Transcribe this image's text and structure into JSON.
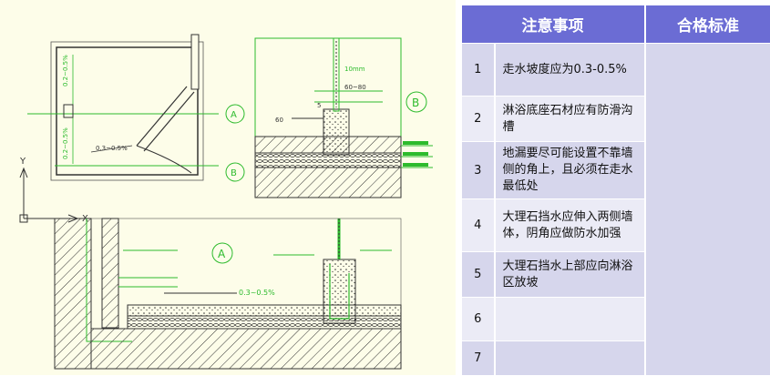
{
  "drawing": {
    "labels": {
      "circle_a_small": "A",
      "circle_b_small": "B",
      "circle_b_big": "B",
      "circle_a_big": "A",
      "axis_y": "Y",
      "axis_x": "X",
      "slope_side_1": "0.2~0.5%",
      "slope_side_2": "0.2~0.5%",
      "slope_diag": "0.3~0.5%",
      "slope_bottom": "0.3~0.5%",
      "dim_10mm": "10mm",
      "dim_60_80": "60~80",
      "dim_60": "60",
      "dim_5": "5"
    }
  },
  "table": {
    "headers": [
      "注意事项",
      "合格标准"
    ],
    "rows": [
      {
        "num": "1",
        "text": "走水坡度应为0.3-0.5%",
        "std": ""
      },
      {
        "num": "2",
        "text": "淋浴底座石材应有防滑沟槽",
        "std": ""
      },
      {
        "num": "3",
        "text": "地漏要尽可能设置不靠墙侧的角上，且必须在走水最低处",
        "std": ""
      },
      {
        "num": "4",
        "text": "大理石挡水应伸入两侧墙体，阴角应做防水加强",
        "std": ""
      },
      {
        "num": "5",
        "text": "大理石挡水上部应向淋浴区放坡",
        "std": ""
      },
      {
        "num": "6",
        "text": "",
        "std": ""
      },
      {
        "num": "7",
        "text": "",
        "std": ""
      }
    ]
  }
}
